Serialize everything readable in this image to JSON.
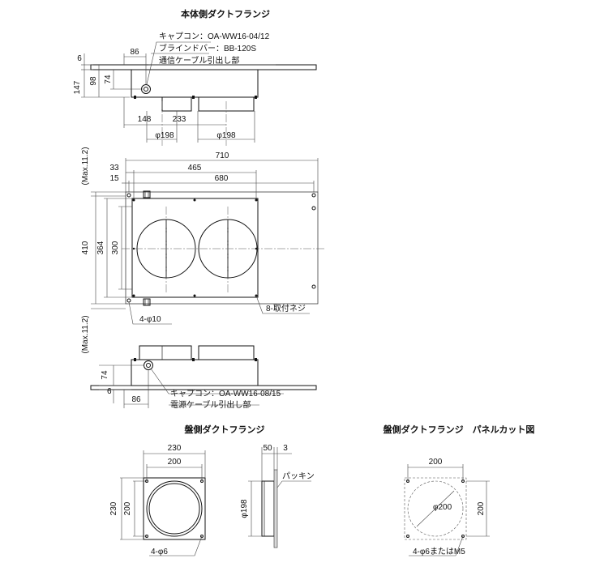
{
  "titles": {
    "main": "本体側ダクトフランジ",
    "board": "盤側ダクトフランジ",
    "panel_cut": "盤側ダクトフランジ　パネルカット図"
  },
  "callouts": {
    "cap_top": "キャプコン：OA-WW16-04/12",
    "blind_bar": "ブラインドバー：BB-120S",
    "comm_cable": "通信ケーブル引出し部",
    "mount_screw": "8-取付ネジ",
    "hole_4_10": "4-φ10",
    "cap_bottom": "キャプコン：OA-WW16-08/15",
    "power_cable": "電源ケーブル引出し部",
    "packing": "パッキン",
    "hole_4_6": "4-φ6",
    "hole_4_6_m5": "4-φ6またはM5"
  },
  "dimensions": {
    "d6a": "6",
    "d86a": "86",
    "d147": "147",
    "d98": "98",
    "d74a": "74",
    "d148": "148",
    "d233": "233",
    "phi198a": "φ198",
    "phi198b": "φ198",
    "d710": "710",
    "d33": "33",
    "d465": "465",
    "d15": "15",
    "d680": "680",
    "d410": "410",
    "d364": "364",
    "d300": "300",
    "max_top": "(Max.11.2)",
    "max_bot": "(Max.11.2)",
    "d74b": "74",
    "d6b": "6",
    "d86b": "86",
    "d230w": "230",
    "d200w": "200",
    "d230h": "230",
    "d200h": "200",
    "d50": "50",
    "d3": "3",
    "phi198c": "φ198",
    "d200pw": "200",
    "phi200": "φ200",
    "d200ph": "200"
  }
}
